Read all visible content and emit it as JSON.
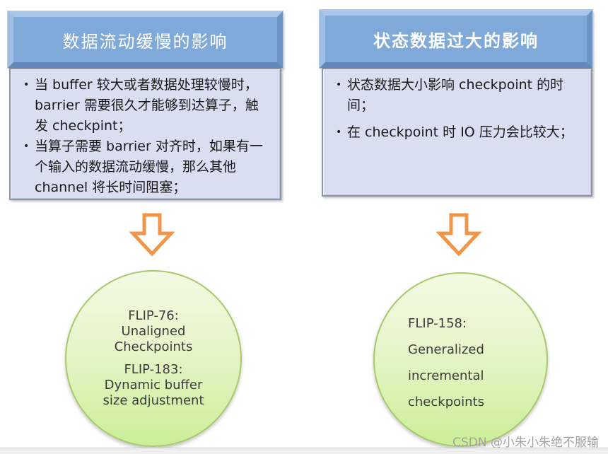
{
  "left_panel": {
    "title": "数据流动缓慢的影响",
    "bullets": [
      "当 buffer 较大或者数据处理较慢时，barrier 需要很久才能够到达算子，触发 checkpint；",
      "当算子需要 barrier 对齐时，如果有一个输入的数据流动缓慢，那么其他 channel 将长时间阻塞；"
    ]
  },
  "right_panel": {
    "title": "状态数据过大的影响",
    "bullets": [
      "状态数据大小影响 checkpoint 的时间；",
      "在 checkpoint 时 IO 压力会比较大；"
    ]
  },
  "left_circle": {
    "lines": [
      "FLIP-76:",
      "Unaligned",
      "Checkpoints",
      "FLIP-183:",
      "Dynamic buffer",
      "size adjustment"
    ]
  },
  "right_circle": {
    "lines": [
      "FLIP-158:",
      "Generalized",
      "incremental",
      "checkpoints"
    ]
  },
  "icons": {
    "left_arrow": "down-arrow",
    "right_arrow": "down-arrow"
  },
  "watermark": "CSDN @小朱小朱绝不服输",
  "colors": {
    "header_blue": "#7FA9D8",
    "header_highlight": "#A9C6E8",
    "header_shadow": "#6288BA",
    "panel_lavender": "#DADEF1",
    "panel_border": "#8B93A6",
    "arrow_orange": "#F0964B",
    "circle_green_top": "#F2FAE3",
    "circle_green_bottom": "#CBEE97",
    "circle_border": "#A8C96C",
    "watermark_gray": "#A3A3A3"
  }
}
